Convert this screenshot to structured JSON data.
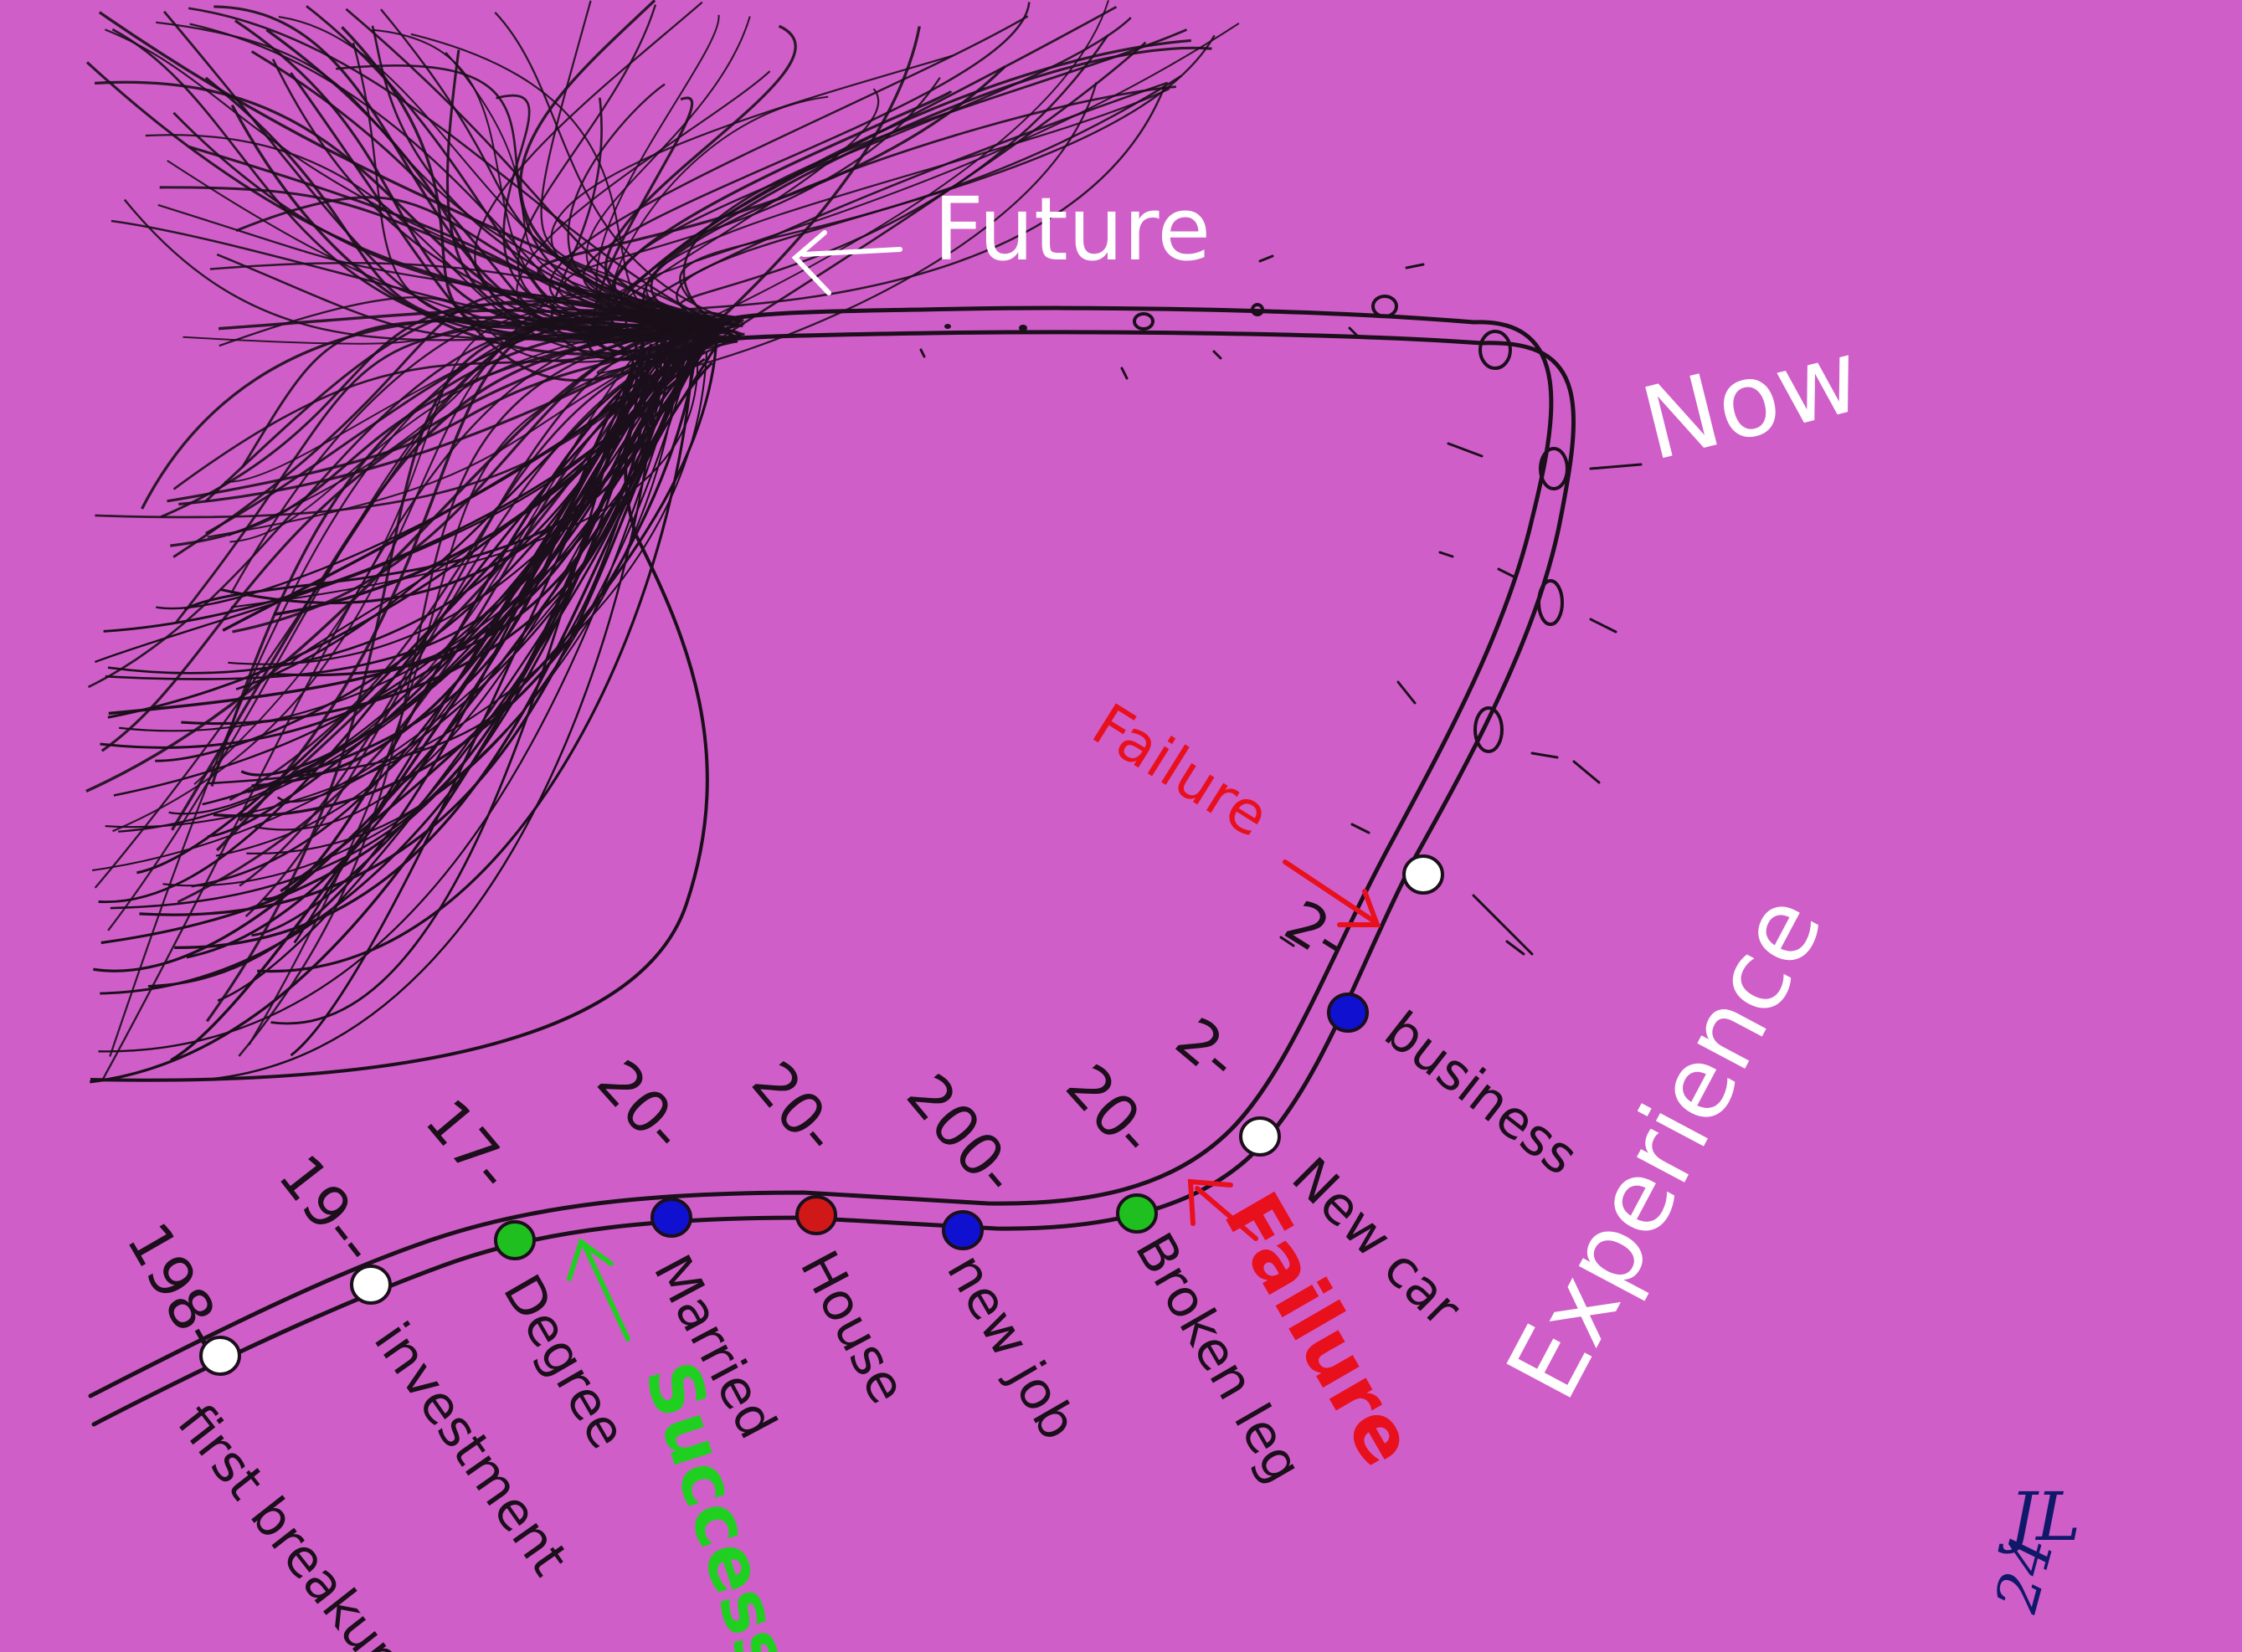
{
  "labels": {
    "future": "Future",
    "now": "Now",
    "experience": "Experience",
    "failure_upper": "Failure",
    "failure_lower": "Failure",
    "success": "Success",
    "signature_initials": "JL",
    "signature_year": "24"
  },
  "events": [
    {
      "year": "198-",
      "label": "first breakup",
      "color": "#ffffff"
    },
    {
      "year": "19--",
      "label": "investment",
      "color": "#ffffff"
    },
    {
      "year": "17-",
      "label": "Degree",
      "color": "#1fbf1f"
    },
    {
      "year": "20-",
      "label": "Married",
      "color": "#1010d0"
    },
    {
      "year": "20-",
      "label": "House",
      "color": "#d01818"
    },
    {
      "year": "200-",
      "label": "new job",
      "color": "#1010d0"
    },
    {
      "year": "20-",
      "label": "Broken leg",
      "color": "#1fbf1f"
    },
    {
      "year": "2-",
      "label": "New car",
      "color": "#ffffff"
    },
    {
      "year": "",
      "label": "business",
      "color": "#1010d0"
    },
    {
      "year": "2-",
      "label": "",
      "color": "#ffffff"
    }
  ],
  "colors": {
    "background": "#d05ec8",
    "ink": "#1a0f1a",
    "white_text": "#ffffff",
    "failure": "#e8101c",
    "success": "#20d020",
    "signature": "#10186a"
  }
}
